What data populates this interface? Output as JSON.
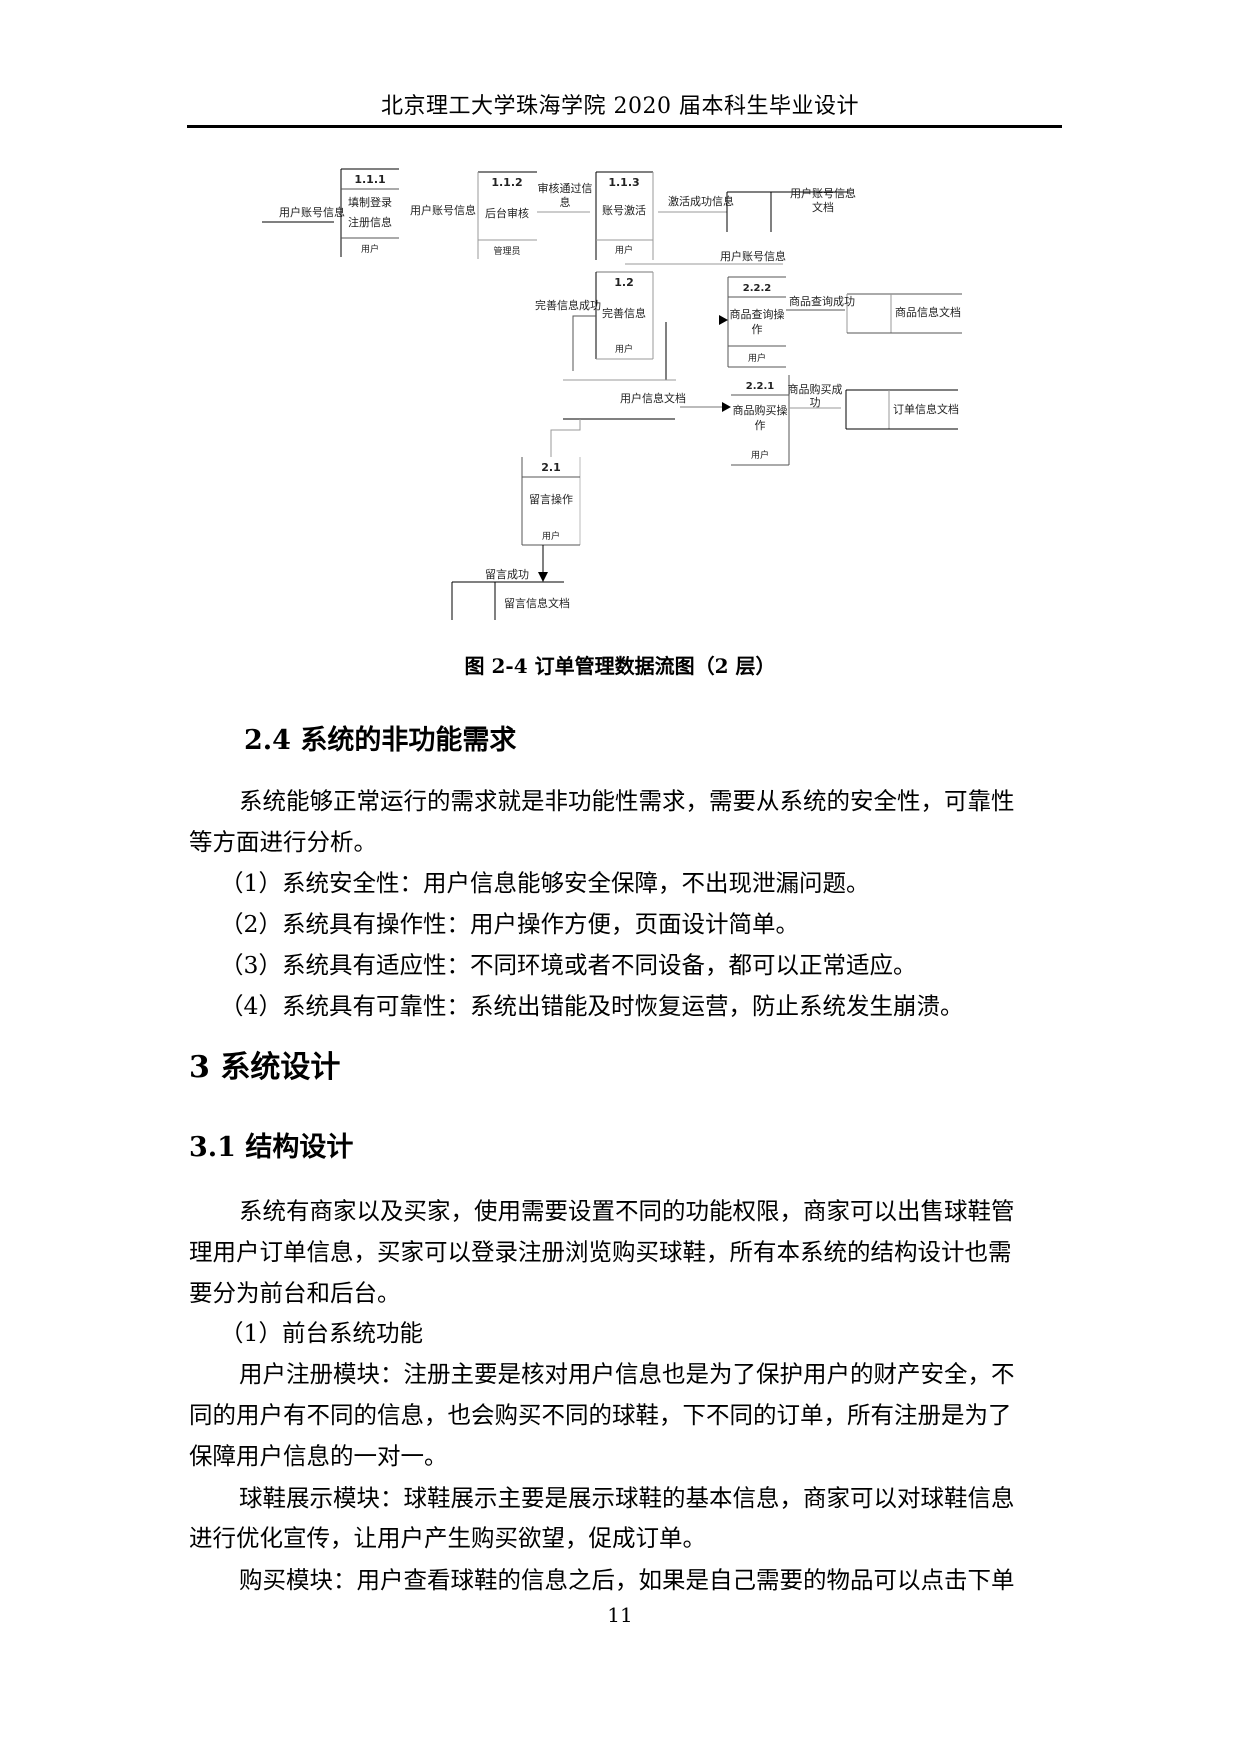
{
  "header": {
    "title": "北京理工大学珠海学院 2020 届本科生毕业设计"
  },
  "figure": {
    "caption": "图 2-4 订单管理数据流图（2 层）",
    "processes": [
      {
        "id": "1.1.1",
        "label_line1": "填制登录",
        "label_line2": "注册信息",
        "actor": "用户"
      },
      {
        "id": "1.1.2",
        "label_line1": "后台审核",
        "actor": "管理员"
      },
      {
        "id": "1.1.3",
        "label_line1": "账号激活",
        "actor": "用户"
      },
      {
        "id": "1.2",
        "label_line1": "完善信息",
        "actor": "用户"
      },
      {
        "id": "2.2.2",
        "label_line1": "商品查询操",
        "label_line2": "作",
        "actor": "用户"
      },
      {
        "id": "2.2.1",
        "label_line1": "商品购买操",
        "label_line2": "作",
        "actor": "用户"
      },
      {
        "id": "2.1",
        "label_line1": "留言操作",
        "actor": "用户"
      }
    ],
    "data_stores": [
      {
        "label_line1": "用户账号信息",
        "label_line2": "文档"
      },
      {
        "label_line1": "商品信息文档"
      },
      {
        "label_line1": "订单信息文档"
      },
      {
        "label_line1": "用户信息文档"
      },
      {
        "label_line1": "留言信息文档"
      }
    ],
    "flows": {
      "f1": "用户账号信息",
      "f2": "用户账号信息",
      "f3_line1": "审核通过信",
      "f3_line2": "息",
      "f4": "激活成功信息",
      "f5": "用户账号信息",
      "f6": "完善信息成功",
      "f7": "商品查询成功",
      "f8_line1": "商品购买成",
      "f8_line2": "功",
      "f9": "留言成功"
    }
  },
  "section_2_4": {
    "heading": "2.4 系统的非功能需求",
    "para_line1": "系统能够正常运行的需求就是非功能性需求，需要从系统的安全性，可靠性",
    "para_line2": "等方面进行分析。",
    "items": [
      "（1）系统安全性：用户信息能够安全保障，不出现泄漏问题。",
      "（2）系统具有操作性：用户操作方便，页面设计简单。",
      "（3）系统具有适应性：不同环境或者不同设备，都可以正常适应。",
      "（4）系统具有可靠性：系统出错能及时恢复运营，防止系统发生崩溃。"
    ]
  },
  "section_3": {
    "heading": "3  系统设计"
  },
  "section_3_1": {
    "heading": "3.1 结构设计",
    "lines": [
      "系统有商家以及买家，使用需要设置不同的功能权限，商家可以出售球鞋管",
      "理用户订单信息，买家可以登录注册浏览购买球鞋，所有本系统的结构设计也需",
      "要分为前台和后台。",
      "（1）前台系统功能",
      "用户注册模块：注册主要是核对用户信息也是为了保护用户的财产安全，不",
      "同的用户有不同的信息，也会购买不同的球鞋，下不同的订单，所有注册是为了",
      "保障用户信息的一对一。",
      "球鞋展示模块：球鞋展示主要是展示球鞋的基本信息，商家可以对球鞋信息",
      "进行优化宣传，让用户产生购买欲望，促成订单。",
      "购买模块：用户查看球鞋的信息之后，如果是自己需要的物品可以点击下单"
    ]
  },
  "footer": {
    "page_number": "11"
  }
}
